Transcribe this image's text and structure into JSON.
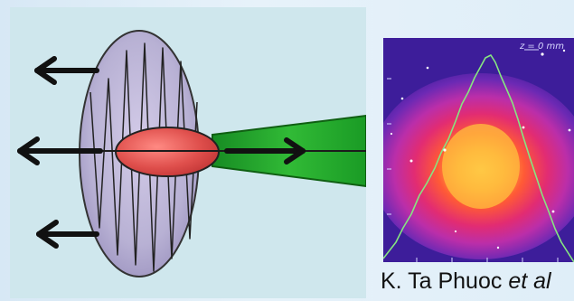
{
  "citation": {
    "author": "K. Ta Phuoc",
    "etal": "et al"
  },
  "measurement_image": {
    "label": "z = 0 mm"
  },
  "colors": {
    "left_background": "#cfe7ed",
    "disk_fill": "#b8b1d4",
    "ellipse_fill": "#e0504f",
    "beam_fill": "#28a92f",
    "profile_line": "#7fe27f",
    "image_background": "#3d1d9a"
  },
  "icons": {
    "arrows": "left-arrow-icon",
    "beam_arrow": "right-arrow-icon"
  }
}
